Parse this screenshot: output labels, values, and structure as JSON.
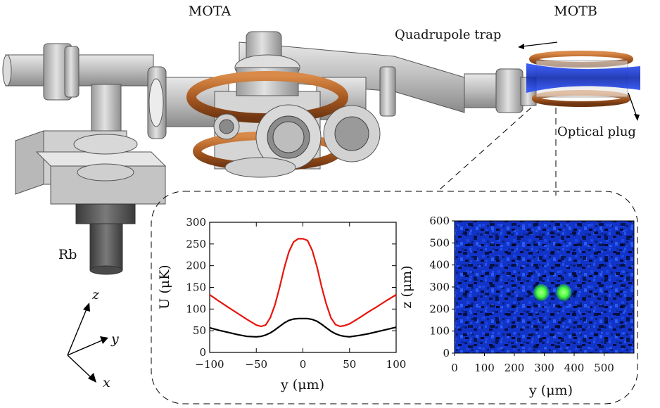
{
  "labels": {
    "mota": "MOTA",
    "motb": "MOTB",
    "quadrupole_trap": "Quadrupole trap",
    "optical_plug": "Optical plug",
    "rb": "Rb"
  },
  "axes_triad": {
    "z": "z",
    "y": "y",
    "x": "x"
  },
  "colors": {
    "red_curve": "#e8140c",
    "black_curve": "#000000",
    "coil_copper": "#b4662c",
    "steel": "#c9c9c9",
    "beam_blue": "#1d3fd6",
    "image_bg": "#1233c8",
    "atom_green": "#4cff3a"
  },
  "chart_data": [
    {
      "type": "line",
      "title": "",
      "xlabel": "y (μm)",
      "ylabel": "U (μK)",
      "xlim": [
        -100,
        100
      ],
      "ylim": [
        0,
        300
      ],
      "xticks": [
        -100,
        -50,
        0,
        50,
        100
      ],
      "yticks": [
        0,
        50,
        100,
        150,
        200,
        250,
        300
      ],
      "grid": false,
      "x": [
        -100,
        -90,
        -80,
        -70,
        -60,
        -50,
        -45,
        -40,
        -35,
        -30,
        -25,
        -20,
        -15,
        -10,
        -5,
        0,
        5,
        10,
        15,
        20,
        25,
        30,
        35,
        40,
        45,
        50,
        60,
        70,
        80,
        90,
        100
      ],
      "series": [
        {
          "color": "#e8140c",
          "values": [
            133,
            118,
            104,
            90,
            76,
            63,
            60,
            63,
            80,
            110,
            150,
            195,
            232,
            255,
            262,
            262,
            258,
            235,
            198,
            152,
            112,
            80,
            64,
            60,
            62,
            66,
            79,
            93,
            106,
            120,
            133
          ]
        },
        {
          "color": "#000000",
          "values": [
            57,
            51,
            46,
            41,
            37,
            36,
            37,
            40,
            45,
            52,
            60,
            68,
            74,
            77,
            78,
            78,
            78,
            76,
            72,
            65,
            57,
            49,
            43,
            39,
            37,
            36,
            39,
            43,
            48,
            53,
            58
          ]
        }
      ]
    },
    {
      "type": "heatmap",
      "title": "",
      "xlabel": "y (μm)",
      "ylabel": "z (μm)",
      "xlim": [
        0,
        600
      ],
      "ylim": [
        0,
        600
      ],
      "xticks": [
        0,
        100,
        200,
        300,
        400,
        500
      ],
      "yticks": [
        0,
        100,
        200,
        300,
        400,
        500,
        600
      ],
      "spots": [
        {
          "y": 290,
          "z": 275
        },
        {
          "y": 365,
          "z": 275
        }
      ]
    }
  ]
}
